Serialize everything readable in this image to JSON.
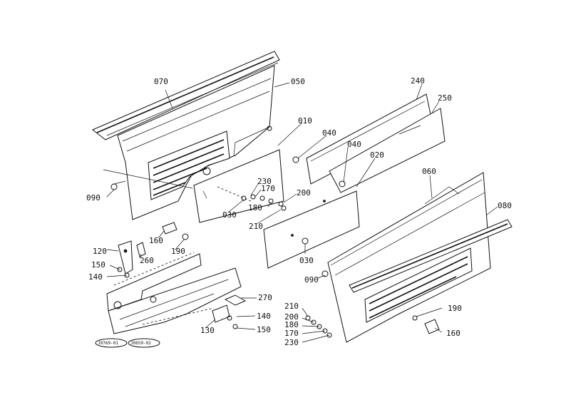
{
  "labels": {
    "p070": "070",
    "p050": "050",
    "p010": "010",
    "p040a": "040",
    "p040b": "040",
    "p240": "240",
    "p250": "250",
    "p020": "020",
    "p060": "060",
    "p080": "080",
    "p090a": "090",
    "p090b": "090",
    "p230a": "230",
    "p170a": "170",
    "p200a": "200",
    "p030a": "030",
    "p180a": "180",
    "p210a": "210",
    "p030b": "030",
    "p160a": "160",
    "p190a": "190",
    "p120": "120",
    "p260": "260",
    "p150a": "150",
    "p140a": "140",
    "p270": "270",
    "p140b": "140",
    "p130": "130",
    "p150b": "150",
    "p210b": "210",
    "p200b": "200",
    "p180b": "180",
    "p170b": "170",
    "p230b": "230",
    "p190b": "190",
    "p160b": "160"
  },
  "codes": {
    "c1": "J0769-01",
    "c2": "J0659-02"
  }
}
